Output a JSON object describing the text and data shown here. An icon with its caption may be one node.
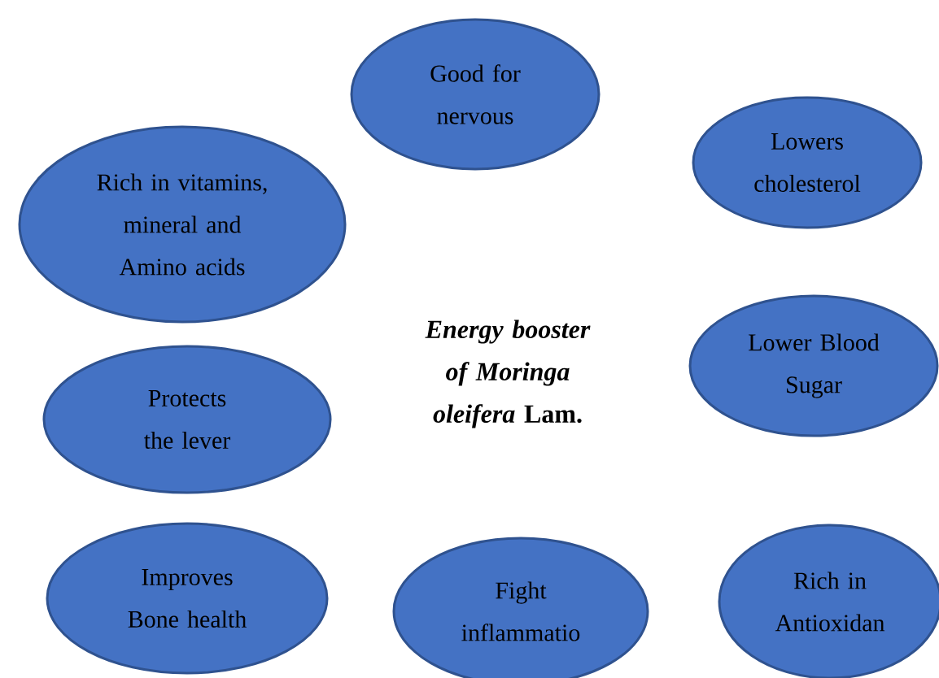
{
  "diagram": {
    "nodes": [
      {
        "text": [
          "Good for nervous"
        ]
      },
      {
        "text": [
          "Lowers cholesterol"
        ]
      },
      {
        "text": [
          "Rich in vitamins, mineral and Amino acids"
        ]
      },
      {
        "text": [
          "Lower Blood Sugar"
        ]
      },
      {
        "text": [
          "Protects the lever"
        ]
      },
      {
        "text": [
          "Improves Bone health"
        ]
      },
      {
        "text": [
          "Fight inflammatio"
        ]
      },
      {
        "text": [
          "Rich in Antioxidan"
        ]
      }
    ],
    "labels": [
      "*Energy booster of Moringa oleifera* Lam."
    ]
  }
}
